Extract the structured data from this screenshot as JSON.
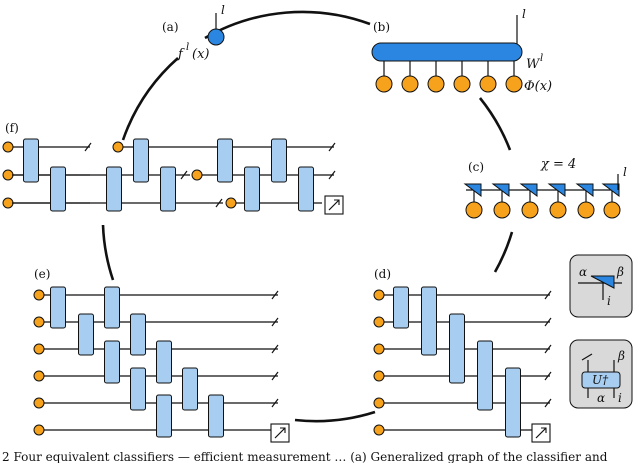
{
  "panels": {
    "a": {
      "label": "(a)",
      "func": "f",
      "sup": "l",
      "arg": "(x)",
      "leg": "l"
    },
    "b": {
      "label": "(b)",
      "weight": "W",
      "sup": "l",
      "feature": "Φ(x)",
      "leg": "l"
    },
    "c": {
      "label": "(c)",
      "chi": "χ = 4",
      "leg": "l"
    },
    "d": {
      "label": "(d)"
    },
    "e": {
      "label": "(e)"
    },
    "f": {
      "label": "(f)"
    }
  },
  "legend1": {
    "alpha": "α",
    "beta": "β",
    "i": "i"
  },
  "legend2": {
    "U": "U†",
    "alpha": "α",
    "beta": "β",
    "i": "i"
  },
  "caption": "2  Four equivalent classifiers — efficient measurement … (a) Generalized graph of the classifier and"
}
